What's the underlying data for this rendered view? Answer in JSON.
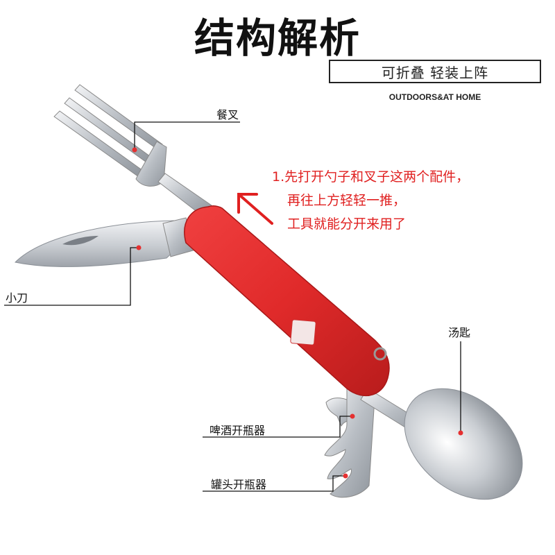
{
  "header": {
    "title": "结构解析",
    "subtitle": "可折叠 轻装上阵",
    "subtitle_en": "OUTDOORS&AT HOME"
  },
  "labels": {
    "fork": "餐叉",
    "knife": "小刀",
    "spoon": "汤匙",
    "beer_opener": "啤酒开瓶器",
    "can_opener": "罐头开瓶器"
  },
  "note": {
    "line1": "1.先打开勺子和叉子这两个配件，",
    "line2": "再往上方轻轻一推，",
    "line3": "工具就能分开来用了"
  },
  "colors": {
    "body_red": "#e02a2a",
    "note_red": "#e02020",
    "metal": "#cfd2d6"
  }
}
